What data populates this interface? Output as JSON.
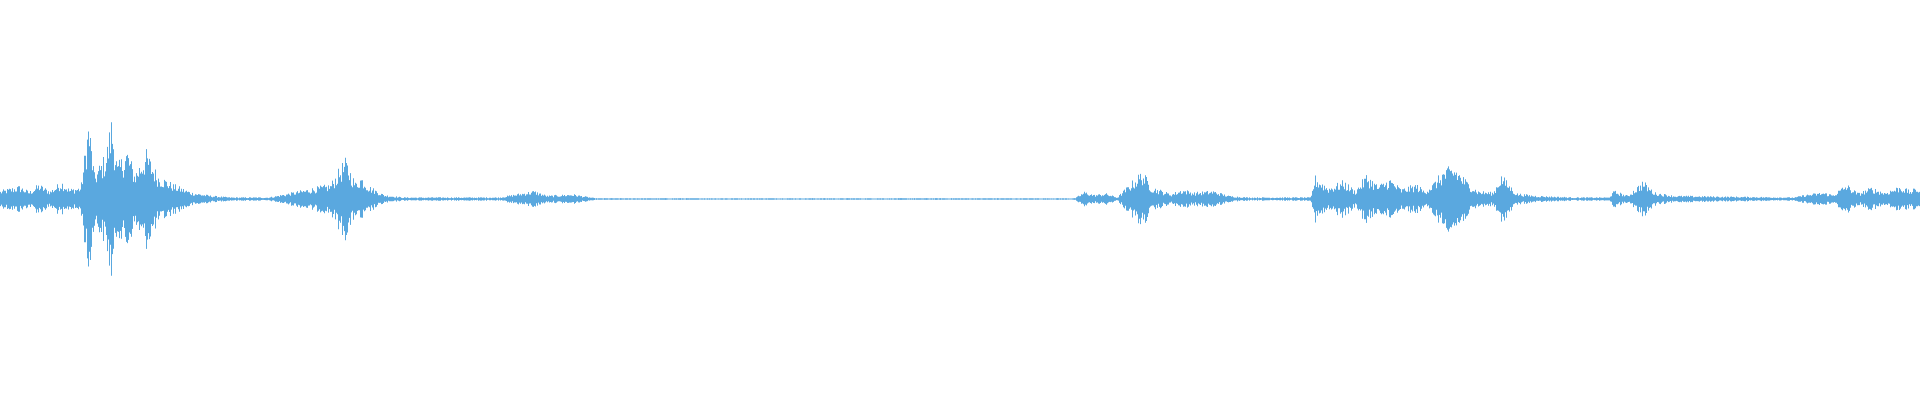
{
  "waveform": {
    "color": "#5aa8df",
    "baseline_amplitude": 0.004,
    "envelope": [
      [
        0.0,
        0.1
      ],
      [
        0.01,
        0.16
      ],
      [
        0.015,
        0.09
      ],
      [
        0.02,
        0.18
      ],
      [
        0.026,
        0.1
      ],
      [
        0.032,
        0.22
      ],
      [
        0.036,
        0.12
      ],
      [
        0.042,
        0.15
      ],
      [
        0.046,
        0.98
      ],
      [
        0.049,
        0.3
      ],
      [
        0.055,
        0.55
      ],
      [
        0.058,
        1.0
      ],
      [
        0.061,
        0.4
      ],
      [
        0.066,
        0.62
      ],
      [
        0.07,
        0.32
      ],
      [
        0.076,
        0.58
      ],
      [
        0.082,
        0.3
      ],
      [
        0.09,
        0.18
      ],
      [
        0.1,
        0.08
      ],
      [
        0.11,
        0.04
      ],
      [
        0.12,
        0.02
      ],
      [
        0.14,
        0.02
      ],
      [
        0.172,
        0.18
      ],
      [
        0.178,
        0.42
      ],
      [
        0.18,
        0.48
      ],
      [
        0.185,
        0.2
      ],
      [
        0.188,
        0.28
      ],
      [
        0.192,
        0.16
      ],
      [
        0.2,
        0.05
      ],
      [
        0.21,
        0.02
      ],
      [
        0.26,
        0.02
      ],
      [
        0.278,
        0.1
      ],
      [
        0.285,
        0.04
      ],
      [
        0.298,
        0.06
      ],
      [
        0.31,
        0.01
      ],
      [
        0.56,
        0.01
      ],
      [
        0.565,
        0.09
      ],
      [
        0.57,
        0.05
      ],
      [
        0.576,
        0.07
      ],
      [
        0.582,
        0.02
      ],
      [
        0.595,
        0.34
      ],
      [
        0.6,
        0.15
      ],
      [
        0.61,
        0.06
      ],
      [
        0.616,
        0.12
      ],
      [
        0.622,
        0.08
      ],
      [
        0.632,
        0.1
      ],
      [
        0.64,
        0.04
      ],
      [
        0.65,
        0.02
      ],
      [
        0.683,
        0.02
      ],
      [
        0.685,
        0.28
      ],
      [
        0.692,
        0.14
      ],
      [
        0.7,
        0.22
      ],
      [
        0.706,
        0.1
      ],
      [
        0.712,
        0.3
      ],
      [
        0.718,
        0.16
      ],
      [
        0.724,
        0.25
      ],
      [
        0.73,
        0.12
      ],
      [
        0.738,
        0.18
      ],
      [
        0.742,
        0.1
      ],
      [
        0.747,
        0.2
      ],
      [
        0.752,
        0.35
      ],
      [
        0.758,
        0.4
      ],
      [
        0.764,
        0.22
      ],
      [
        0.77,
        0.1
      ],
      [
        0.778,
        0.08
      ],
      [
        0.782,
        0.3
      ],
      [
        0.79,
        0.07
      ],
      [
        0.8,
        0.04
      ],
      [
        0.82,
        0.02
      ],
      [
        0.838,
        0.02
      ],
      [
        0.841,
        0.1
      ],
      [
        0.848,
        0.04
      ],
      [
        0.856,
        0.22
      ],
      [
        0.862,
        0.08
      ],
      [
        0.872,
        0.04
      ],
      [
        0.9,
        0.03
      ],
      [
        0.935,
        0.02
      ],
      [
        0.94,
        0.05
      ],
      [
        0.95,
        0.08
      ],
      [
        0.955,
        0.05
      ],
      [
        0.962,
        0.18
      ],
      [
        0.968,
        0.07
      ],
      [
        0.975,
        0.14
      ],
      [
        0.982,
        0.08
      ],
      [
        0.99,
        0.16
      ],
      [
        0.995,
        0.1
      ],
      [
        0.999,
        0.14
      ],
      [
        1.0,
        0.12
      ]
    ]
  }
}
